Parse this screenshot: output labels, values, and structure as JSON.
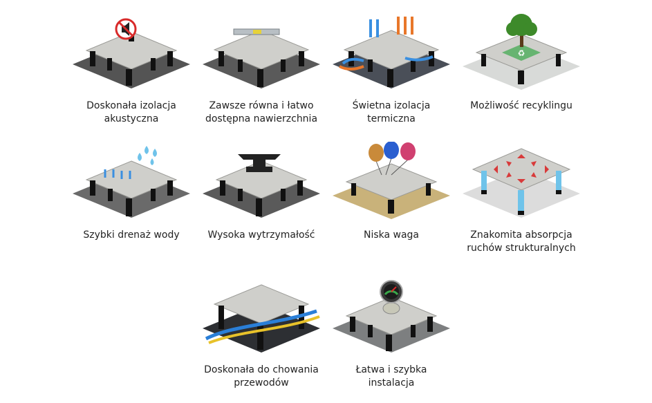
{
  "features": [
    {
      "id": "acoustic",
      "lines": [
        "Doskonała izolacja",
        "akustyczna"
      ],
      "icon": "no-sound-icon",
      "ground": "#545454"
    },
    {
      "id": "level",
      "lines": [
        "Zawsze równa i łatwo",
        "dostępna nawierzchnia"
      ],
      "icon": "spirit-level-icon",
      "ground": "#5a5a5a"
    },
    {
      "id": "thermal",
      "lines": [
        "Świetna izolacja",
        "termiczna"
      ],
      "icon": "heat-arrows-icon",
      "ground": "#4a4f58",
      "colors": {
        "hot": "#e8772a",
        "cold": "#3a8fe0"
      }
    },
    {
      "id": "recycling",
      "lines": [
        "Możliwość recyklingu"
      ],
      "icon": "tree-recycle-icon",
      "ground": "#d8dad8",
      "colors": {
        "recycle": "#3aa84a",
        "tree": "#3d8a2a"
      }
    },
    {
      "id": "drainage",
      "lines": [
        "Szybki drenaż wody"
      ],
      "icon": "water-drops-icon",
      "ground": "#6a6a6a",
      "colors": {
        "water": "#6fc3ea"
      }
    },
    {
      "id": "strength",
      "lines": [
        "Wysoka wytrzymałość"
      ],
      "icon": "anvil-icon",
      "ground": "#5a5a5a"
    },
    {
      "id": "weight",
      "lines": [
        "Niska waga"
      ],
      "icon": "balloons-icon",
      "ground": "#c9b27a",
      "colors": {
        "balloons": [
          "#c98a3a",
          "#2a5fd0",
          "#d04070"
        ]
      }
    },
    {
      "id": "absorption",
      "lines": [
        "Znakomita absorpcja",
        "ruchów strukturalnych"
      ],
      "icon": "movement-arrows-icon",
      "ground": "#dcdcdc",
      "colors": {
        "arrows": "#d83a3a",
        "pedestal": "#6fc3ea"
      }
    },
    {
      "id": "cables",
      "lines": [
        "Doskonała do chowania",
        "przewodów"
      ],
      "icon": "cables-icon",
      "ground": "#2d2f33",
      "colors": {
        "cables": [
          "#2a7fd8",
          "#e8c22a"
        ]
      }
    },
    {
      "id": "installation",
      "lines": [
        "Łatwa i szybka",
        "instalacja"
      ],
      "icon": "gauge-coin-icon",
      "ground": "#7d7f80"
    }
  ]
}
